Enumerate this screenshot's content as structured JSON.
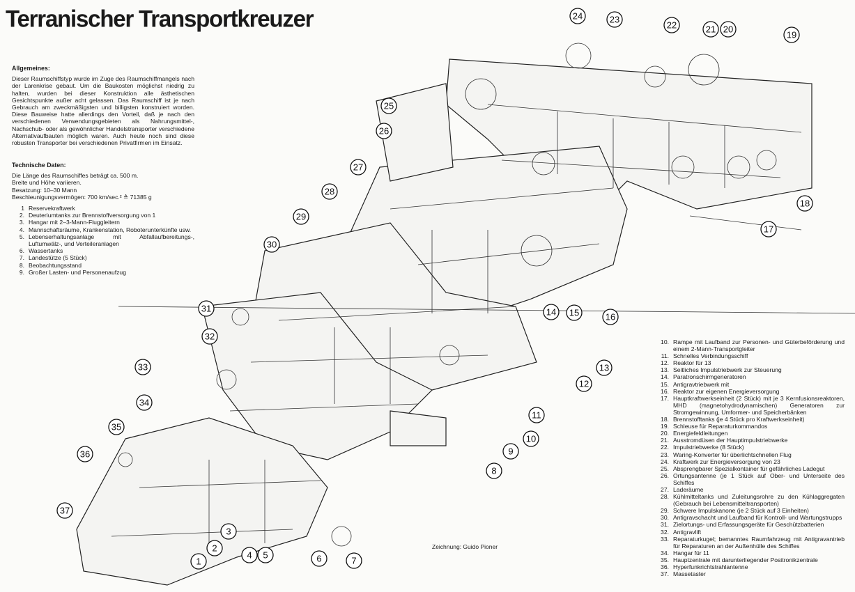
{
  "title": "Terranischer Transportkreuzer",
  "general": {
    "heading": "Allgemeines:",
    "text": "Dieser Raumschiffstyp wurde im Zuge des Raumschiffmangels nach der Larenkrise gebaut. Um die Baukosten möglichst niedrig zu halten, wurden bei dieser Konstruktion alle ästhetischen Gesichtspunkte außer acht gelassen. Das Raumschiff ist je nach Gebrauch am zweckmäßigsten und billigsten konstruiert worden. Diese Bauweise hatte allerdings den Vorteil, daß je nach den verschiedenen Verwendungsgebieten als Nahrungsmittel-, Nachschub- oder als gewöhnlicher Handelstransporter verschiedene Alternativaufbauten möglich waren. Auch heute noch sind diese robusten Transporter bei verschiedenen Privatfirmen im Einsatz."
  },
  "technical": {
    "heading": "Technische Daten:",
    "lines": [
      "Die Länge des Raumschiffes beträgt ca. 500 m.",
      "Breite und Höhe variieren.",
      "Besatzung: 10–30 Mann",
      "Beschleunigungsvermögen: 700 km/sec.² ≙ 71385 g"
    ]
  },
  "legend": [
    {
      "n": "1",
      "t": "Reservekraftwerk"
    },
    {
      "n": "2.",
      "t": "Deuteriumtanks zur Brennstoffversorgung von 1"
    },
    {
      "n": "3.",
      "t": "Hangar mit 2–3-Mann-Fluggleitern"
    },
    {
      "n": "4.",
      "t": "Mannschaftsräume, Krankenstation, Roboterunterkünfte usw."
    },
    {
      "n": "5.",
      "t": "Lebenserhaltungsanlage mit Abfallaufbereitungs-, Luftumwälz-, und Verteileranlagen"
    },
    {
      "n": "6.",
      "t": "Wassertanks"
    },
    {
      "n": "7.",
      "t": "Landestütze (5 Stück)"
    },
    {
      "n": "8.",
      "t": "Beobachtungsstand"
    },
    {
      "n": "9.",
      "t": "Großer Lasten- und Personenaufzug"
    },
    {
      "n": "10.",
      "t": "Rampe mit Laufband zur Personen- und Güterbeförderung und einem 2-Mann-Transportgleiter"
    },
    {
      "n": "11.",
      "t": "Schnelles Verbindungsschiff"
    },
    {
      "n": "12.",
      "t": "Reaktor für 13"
    },
    {
      "n": "13.",
      "t": "Seitliches Impulstriebwerk zur Steuerung"
    },
    {
      "n": "14.",
      "t": "Paratronschirmgeneratoren"
    },
    {
      "n": "15.",
      "t": "Antigravtriebwerk mit"
    },
    {
      "n": "16.",
      "t": "Reaktor zur eigenen Energieversorgung"
    },
    {
      "n": "17.",
      "t": "Hauptkraftwerkseinheit (2 Stück) mit je 3 Kernfusionsreaktoren, MHD (magnetohydrodynamischen) Generatoren zur Stromgewinnung, Umformer- und Speicherbänken"
    },
    {
      "n": "18.",
      "t": "Brennstofftanks (je 4 Stück pro Kraftwerkseinheit)"
    },
    {
      "n": "19.",
      "t": "Schleuse für Reparaturkommandos"
    },
    {
      "n": "20.",
      "t": "Energiefeldleitungen"
    },
    {
      "n": "21.",
      "t": "Ausstromdüsen der Hauptimpulstriebwerke"
    },
    {
      "n": "22.",
      "t": "Impulstriebwerke (8 Stück)"
    },
    {
      "n": "23.",
      "t": "Waring-Konverter für überlichtschnellen Flug"
    },
    {
      "n": "24.",
      "t": "Kraftwerk zur Energieversorgung von 23"
    },
    {
      "n": "25.",
      "t": "Absprengbarer Spezialkontainer für gefährliches Ladegut"
    },
    {
      "n": "26.",
      "t": "Ortungsantenne (je 1 Stück auf Ober- und Unterseite des Schiffes"
    },
    {
      "n": "27.",
      "t": "Laderäume"
    },
    {
      "n": "28.",
      "t": "Kühlmitteltanks und Zuleitungsrohre zu den Kühlaggregaten (Gebrauch bei Lebensmitteltransporten)"
    },
    {
      "n": "29.",
      "t": "Schwere Impulskanone (je 2 Stück auf 3 Einheiten)"
    },
    {
      "n": "30.",
      "t": "Antigravschacht und Laufband für Kontroll- und Wartungstrupps"
    },
    {
      "n": "31.",
      "t": "Zielortungs- und Erfassungsgeräte für Geschützbatterien"
    },
    {
      "n": "32.",
      "t": "Antigravlift"
    },
    {
      "n": "33.",
      "t": "Reparaturkugel; bemanntes Raumfahrzeug mit Antigravantrieb für Reparaturen an der Außenhülle des Schiffes"
    },
    {
      "n": "34.",
      "t": "Hangar für 11"
    },
    {
      "n": "35.",
      "t": "Hauptzentrale mit darunterliegender Positronikzentrale"
    },
    {
      "n": "36.",
      "t": "Hyperfunkrichtstrahlantenne"
    },
    {
      "n": "37.",
      "t": "Massetaster"
    }
  ],
  "callouts": [
    "1",
    "2",
    "3",
    "4",
    "5",
    "6",
    "7",
    "8",
    "9",
    "10",
    "11",
    "12",
    "13",
    "14",
    "15",
    "16",
    "17",
    "18",
    "19",
    "20",
    "21",
    "22",
    "23",
    "24",
    "25",
    "26",
    "27",
    "28",
    "29",
    "30",
    "31",
    "32",
    "33",
    "34",
    "35",
    "36",
    "37"
  ],
  "credit": "Zeichnung: Guido Pioner"
}
